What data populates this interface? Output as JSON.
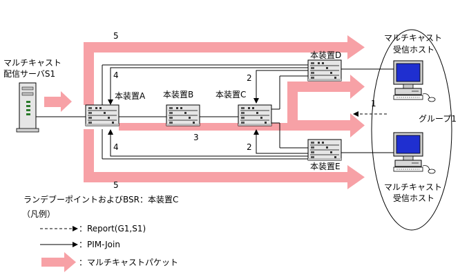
{
  "source": {
    "label_line1": "マルチキャスト",
    "label_line2": "配信サーバS1"
  },
  "devices": {
    "a": {
      "label": "本装置A"
    },
    "b": {
      "label": "本装置B"
    },
    "c": {
      "label": "本装置C"
    },
    "d": {
      "label": "本装置D"
    },
    "e": {
      "label": "本装置E"
    }
  },
  "receivers": {
    "top": {
      "label_line1": "マルチキャスト",
      "label_line2": "受信ホスト"
    },
    "bottom": {
      "label_line1": "マルチキャスト",
      "label_line2": "受信ホスト"
    }
  },
  "group_label": "グループ1",
  "step_numbers": {
    "step1": "1",
    "step2_top": "2",
    "step2_bottom": "2",
    "step3": "3",
    "step4_top": "4",
    "step4_bottom": "4",
    "step5_top": "5",
    "step5_bottom": "5"
  },
  "rendezvous_point": "ランデブーポイントおよびBSR：本装置C",
  "legend": {
    "title": "（凡例）",
    "report": "：Report(G1,S1)",
    "pim_join": "：PIM-Join",
    "multicast_packet": "：マルチキャストパケット"
  },
  "colors": {
    "packet_arrow": "#f7a1a6",
    "line": "#000000",
    "screen": "#1f2fd0",
    "router_body": "#e6e6e6"
  }
}
